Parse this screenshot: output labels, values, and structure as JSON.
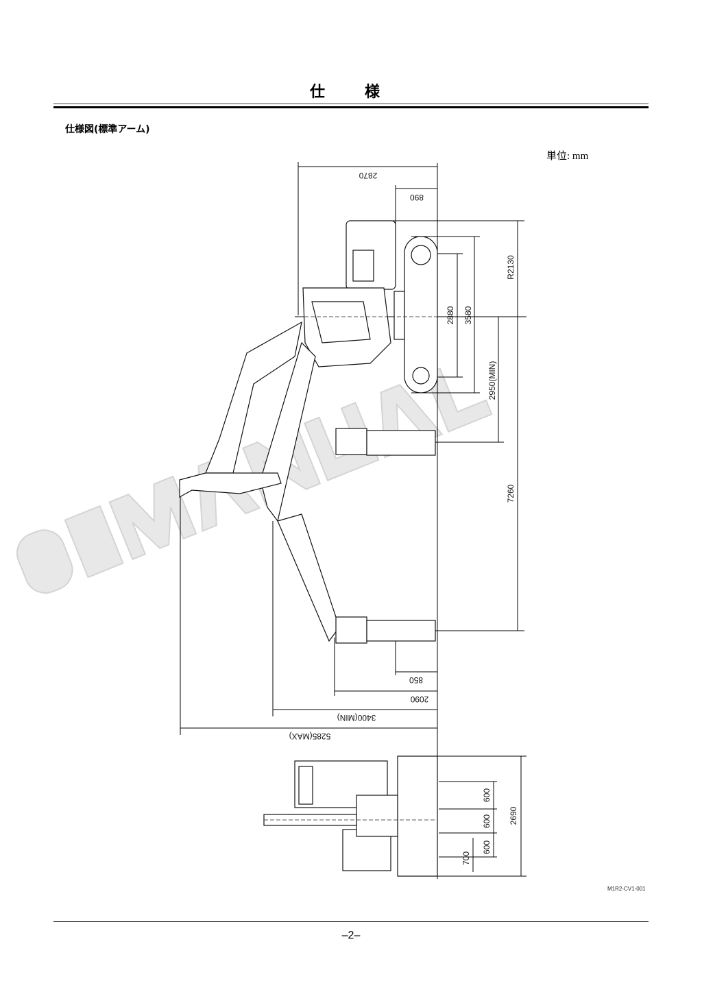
{
  "header": {
    "title": "仕　様"
  },
  "section": {
    "subtitle": "仕様図(標準アーム)",
    "unit": "単位: mm"
  },
  "drawing": {
    "dimensions": {
      "overall_width_top": "2870",
      "rear_offset": "890",
      "tail_radius": "R2130",
      "dim_2880": "2880",
      "dim_3580": "3580",
      "min_front_radius": "2950(MIN)",
      "dim_7260": "7260",
      "dim_850": "850",
      "dim_2090": "2090",
      "min_reach": "3400(MIN)",
      "max_reach": "5285(MAX)",
      "pitch_1": "600",
      "pitch_2": "600",
      "pitch_3": "600",
      "dim_700": "700",
      "dim_2690": "2690"
    },
    "watermark": "OFMANUAL",
    "figure_code": "M1R2-CV1-001"
  },
  "footer": {
    "page": "–2–"
  }
}
